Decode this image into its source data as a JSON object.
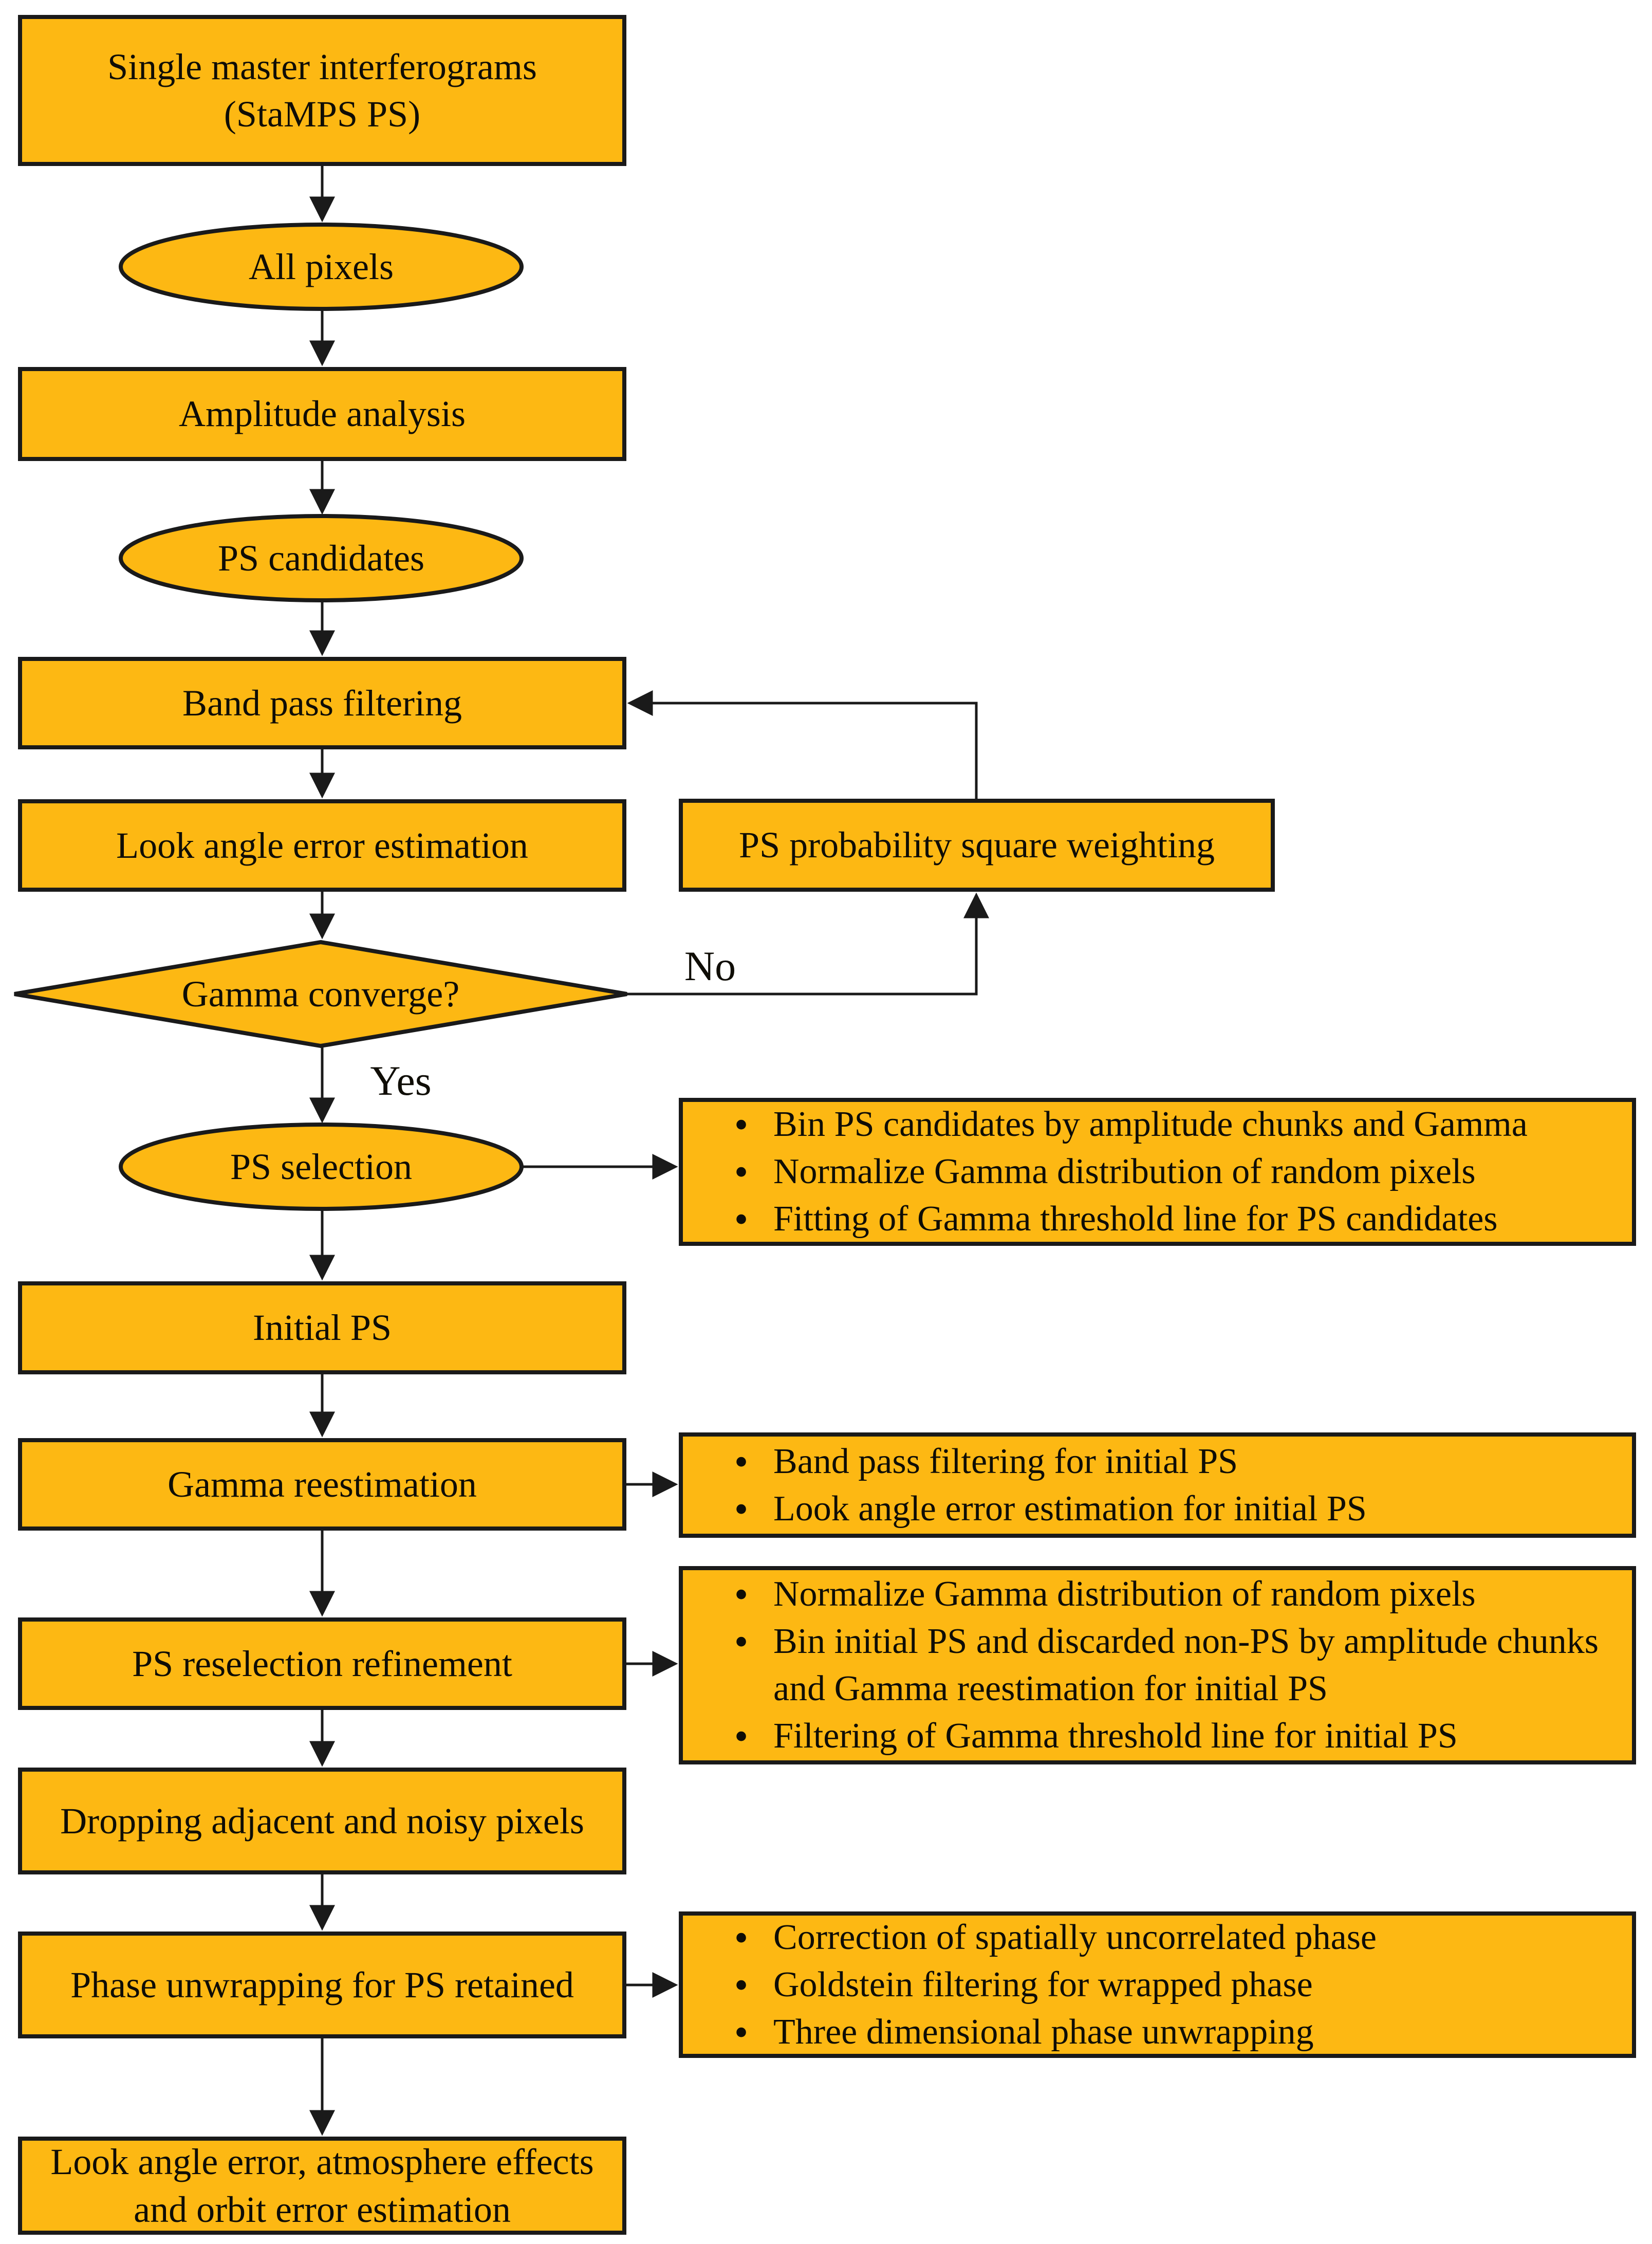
{
  "figure": {
    "description": "StaMPS PS processing flowchart"
  },
  "colors": {
    "node_fill": "#FDB813",
    "node_border": "#1A1A1A",
    "text": "#0F0D06",
    "arrow": "#1A1A1A",
    "background": "#FFFFFF"
  },
  "nodes": {
    "single_master": "Single master interferograms (StaMPS PS)",
    "all_pixels": "All pixels",
    "amplitude": "Amplitude analysis",
    "ps_candidates": "PS candidates",
    "band_pass": "Band pass filtering",
    "look_angle": "Look angle error estimation",
    "ps_prob": "PS probability square weighting",
    "gamma_converge": "Gamma converge?",
    "ps_selection": "PS selection",
    "initial_ps": "Initial PS",
    "gamma_reest": "Gamma reestimation",
    "ps_reselect": "PS reselection refinement",
    "dropping": "Dropping adjacent and noisy pixels",
    "phase_unwrap": "Phase unwrapping for PS retained",
    "final": "Look angle error, atmosphere effects and orbit error estimation"
  },
  "branch_labels": {
    "no": "No",
    "yes": "Yes"
  },
  "side_boxes": {
    "ps_selection_details": [
      "Bin PS candidates by amplitude chunks and Gamma",
      "Normalize Gamma distribution of random pixels",
      "Fitting of Gamma threshold line for PS candidates"
    ],
    "gamma_reest_details": [
      "Band pass filtering for initial PS",
      "Look angle error estimation for initial PS"
    ],
    "ps_reselect_details": [
      "Normalize Gamma distribution of random pixels",
      "Bin initial PS and discarded non-PS by amplitude chunks and Gamma reestimation for initial PS",
      "Filtering of Gamma threshold line for initial PS"
    ],
    "phase_unwrap_details": [
      "Correction of spatially uncorrelated phase",
      "Goldstein filtering for wrapped phase",
      "Three dimensional phase unwrapping"
    ]
  },
  "bullet_glyph": "•"
}
